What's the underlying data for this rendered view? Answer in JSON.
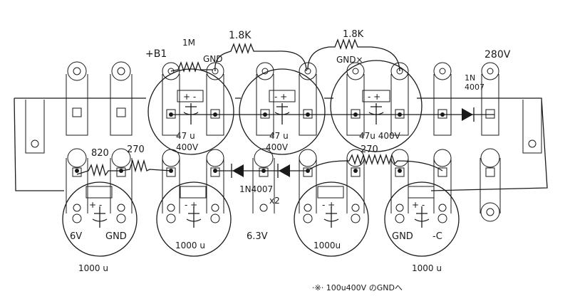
{
  "labels": {
    "tb1": "+B1",
    "r_1m": "1M",
    "r_1_8k_a": "1.8K",
    "r_1_8k_b": "1.8K",
    "gnd_top": "GND",
    "gnd_x": "GND×",
    "v280": "280V",
    "d_1n4007_top_a": "1N",
    "d_1n4007_top_b": "4007",
    "c1_pol": "+ -",
    "c1_val": "47 u",
    "c1_v": "400V",
    "c2_pol": "- +",
    "c2_val": "47 u",
    "c2_v": "400V",
    "c3_pol": "- +",
    "c3_val": "47u 400V",
    "r_820": "820",
    "r_270_a": "270",
    "r_270_b": "270",
    "d_1n4007": "1N4007",
    "x2": "x2",
    "c4_pol": "+ -",
    "v6": "6V",
    "gnd_c4": "GND",
    "c4_val": "1000 u",
    "c5_pol": "- +",
    "c5_val": "1000 u",
    "v6_3": "6.3V",
    "c6_pol": "- +",
    "c6_val": "1000u",
    "c7_pol": "+ -",
    "gnd_c7": "GND",
    "neg_c": "-C",
    "c7_val": "1000 u",
    "footnote": "·※· 100u400V のGNDへ"
  }
}
